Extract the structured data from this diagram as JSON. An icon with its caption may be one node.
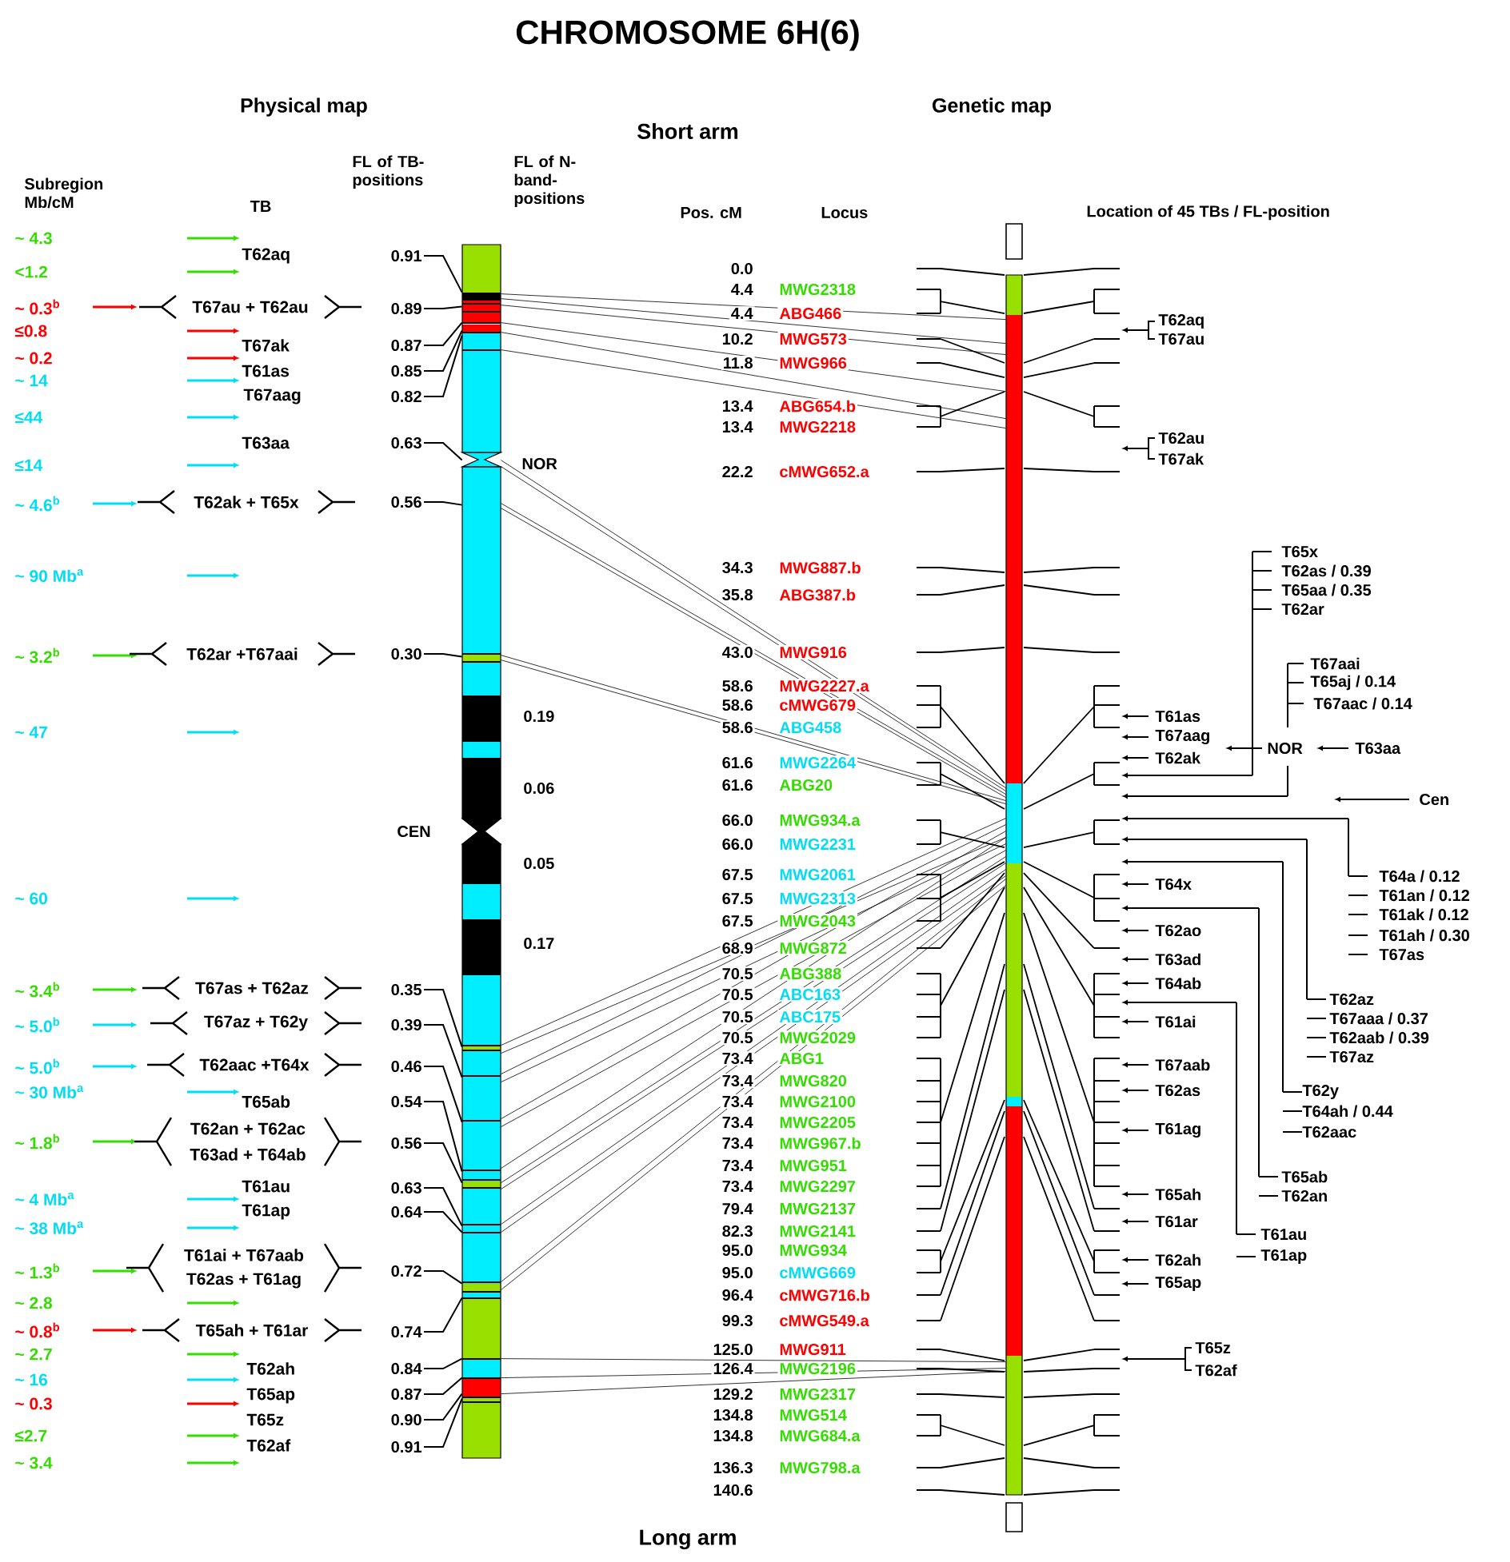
{
  "diagram": {
    "title": "CHROMOSOME 6H(6)",
    "nodes": [
      {
        "text": [
          "0.91"
        ]
      },
      {
        "text": [
          "0.89"
        ]
      },
      {
        "text": [
          "0.87"
        ]
      },
      {
        "text": [
          "0.85"
        ]
      },
      {
        "text": [
          "0.82"
        ]
      },
      {
        "text": [
          "0.63"
        ]
      },
      {
        "text": [
          "0.56"
        ]
      },
      {
        "text": [
          "0.30"
        ]
      },
      {
        "text": [
          "0.35"
        ]
      },
      {
        "text": [
          "0.39"
        ]
      },
      {
        "text": [
          "0.46"
        ]
      },
      {
        "text": [
          "0.54"
        ]
      },
      {
        "text": [
          "0.56"
        ]
      },
      {
        "text": [
          "0.63"
        ]
      },
      {
        "text": [
          "0.64"
        ]
      },
      {
        "text": [
          "0.72"
        ]
      },
      {
        "text": [
          "0.74"
        ]
      },
      {
        "text": [
          "0.84"
        ]
      },
      {
        "text": [
          "0.87"
        ]
      },
      {
        "text": [
          "0.90"
        ]
      },
      {
        "text": [
          "0.91"
        ]
      },
      {
        "text": [],
        "shape": "bar"
      },
      {
        "text": [],
        "shape": "bar"
      }
    ],
    "edges": [
      {
        "from": 0,
        "to": 21,
        "arrow": "none"
      },
      {
        "from": 1,
        "to": 21,
        "arrow": "none"
      },
      {
        "from": 2,
        "to": 21,
        "arrow": "none"
      },
      {
        "from": 3,
        "to": 21,
        "arrow": "none"
      },
      {
        "from": 4,
        "to": 21,
        "arrow": "none"
      },
      {
        "from": 5,
        "to": 21,
        "arrow": "none"
      },
      {
        "from": 6,
        "to": 21,
        "arrow": "none"
      },
      {
        "from": 7,
        "to": 21,
        "arrow": "none"
      },
      {
        "from": 8,
        "to": 21,
        "arrow": "none"
      },
      {
        "from": 9,
        "to": 21,
        "arrow": "none"
      },
      {
        "from": 10,
        "to": 21,
        "arrow": "none"
      },
      {
        "from": 11,
        "to": 21,
        "arrow": "none"
      },
      {
        "from": 12,
        "to": 21,
        "arrow": "none"
      },
      {
        "from": 13,
        "to": 21,
        "arrow": "none"
      },
      {
        "from": 14,
        "to": 21,
        "arrow": "none"
      },
      {
        "from": 15,
        "to": 21,
        "arrow": "none"
      },
      {
        "from": 16,
        "to": 21,
        "arrow": "none"
      },
      {
        "from": 17,
        "to": 21,
        "arrow": "none"
      },
      {
        "from": 18,
        "to": 21,
        "arrow": "none"
      },
      {
        "from": 19,
        "to": 21,
        "arrow": "none"
      },
      {
        "from": 20,
        "to": 21,
        "arrow": "none"
      },
      {
        "from": 21,
        "to": 22,
        "arrow": "none"
      },
      {
        "from": 21,
        "to": 22,
        "arrow": "none"
      },
      {
        "from": 21,
        "to": 22,
        "arrow": "none"
      },
      {
        "from": 21,
        "to": 22,
        "arrow": "none"
      },
      {
        "from": 21,
        "to": 22,
        "arrow": "none"
      },
      {
        "from": 21,
        "to": 22,
        "arrow": "none"
      },
      {
        "from": 21,
        "to": 22,
        "arrow": "none"
      },
      {
        "from": 21,
        "to": 22,
        "arrow": "none"
      },
      {
        "from": 21,
        "to": 22,
        "arrow": "none"
      },
      {
        "from": 21,
        "to": 22,
        "arrow": "none"
      },
      {
        "from": 21,
        "to": 22,
        "arrow": "none"
      },
      {
        "from": 21,
        "to": 22,
        "arrow": "none"
      },
      {
        "from": 21,
        "to": 22,
        "arrow": "none"
      },
      {
        "from": 21,
        "to": 22,
        "arrow": "none"
      },
      {
        "from": 21,
        "to": 22,
        "arrow": "none"
      },
      {
        "from": 21,
        "to": 22,
        "arrow": "none"
      },
      {
        "from": 21,
        "to": 22,
        "arrow": "none"
      },
      {
        "from": 21,
        "to": 22,
        "arrow": "none"
      },
      {
        "from": 21,
        "to": 22,
        "arrow": "none"
      },
      {
        "from": 21,
        "to": 22,
        "arrow": "none"
      },
      {
        "from": 21,
        "to": 22,
        "arrow": "none"
      },
      {
        "from": 21,
        "to": 22,
        "arrow": "none"
      },
      {
        "from": 21,
        "to": 22,
        "arrow": "none"
      },
      {
        "from": 21,
        "to": 22,
        "arrow": "none"
      },
      {
        "from": 21,
        "to": 22,
        "arrow": "none"
      },
      {
        "from": 21,
        "to": 22,
        "arrow": "none"
      },
      {
        "from": 21,
        "to": 22,
        "arrow": "none"
      },
      {
        "from": 21,
        "to": 22,
        "arrow": "none"
      }
    ],
    "labels": [
      "Physical map",
      "Genetic map",
      "Short arm",
      "Long arm",
      "Subregion Mb/cM",
      "TB",
      "FL of TB-positions",
      "FL of N-band-positions",
      "Pos. cM",
      "Locus",
      "Location of 45 TBs / FL-position",
      "~ 4.3",
      "<1.2",
      "~ 0.3$^{b}$",
      "≤0.8",
      "~ 0.2",
      "~ 14",
      "≤44",
      "≤14",
      "~ 4.6$^{b}$",
      "~ 90 Mb$^{a}$",
      "~ 3.2$^{b}$",
      "~ 47",
      "~ 60",
      "~ 3.4$^{b}$",
      "~ 5.0$^{b}$",
      "~ 5.0$^{b}$",
      "~ 30 Mb$^{a}$",
      "~ 1.8$^{b}$",
      "~ 4 Mb$^{a}$",
      "~ 38 Mb$^{a}$",
      "~ 1.3$^{b}$",
      "~ 2.8",
      "~ 0.8$^{b}$",
      "~ 2.7",
      "~ 16",
      "~ 0.3",
      "≤2.7",
      "~ 3.4",
      "T62aq",
      "T67au + T62au",
      "T67ak",
      "T61as",
      "T67aag",
      "T63aa",
      "T62ak + T65x",
      "T62ar +T67aai",
      "T67as + T62az",
      "T67az + T62y",
      "T62aac +T64x",
      "T65ab",
      "T62an + T62ac",
      "T63ad + T64ab",
      "T61au",
      "T61ap",
      "T61ai + T67aab",
      "T62as + T61ag",
      "T65ah + T61ar",
      "T62ah",
      "T65ap",
      "T65z",
      "T62af",
      "NOR",
      "0.19",
      "0.06",
      "CEN",
      "0.05",
      "0.17",
      "0.0",
      "4.4",
      "MWG2318",
      "4.4",
      "ABG466",
      "10.2",
      "MWG573",
      "11.8",
      "MWG966",
      "13.4",
      "ABG654.b",
      "13.4",
      "MWG2218",
      "22.2",
      "cMWG652.a",
      "34.3",
      "MWG887.b",
      "35.8",
      "ABG387.b",
      "43.0",
      "MWG916",
      "58.6",
      "MWG2227.a",
      "58.6",
      "cMWG679",
      "58.6",
      "ABG458",
      "61.6",
      "MWG2264",
      "61.6",
      "ABG20",
      "66.0",
      "MWG934.a",
      "66.0",
      "MWG2231",
      "67.5",
      "MWG2061",
      "67.5",
      "MWG2313",
      "67.5",
      "MWG2043",
      "68.9",
      "MWG872",
      "70.5",
      "ABG388",
      "70.5",
      "ABC163",
      "70.5",
      "ABC175",
      "70.5",
      "MWG2029",
      "73.4",
      "ABG1",
      "73.4",
      "MWG820",
      "73.4",
      "MWG2100",
      "73.4",
      "MWG2205",
      "73.4",
      "MWG967.b",
      "73.4",
      "MWG951",
      "73.4",
      "MWG2297",
      "79.4",
      "MWG2137",
      "82.3",
      "MWG2141",
      "95.0",
      "MWG934",
      "95.0",
      "cMWG669",
      "96.4",
      "cMWG716.b",
      "99.3",
      "cMWG549.a",
      "125.0",
      "MWG911",
      "126.4",
      "MWG2196",
      "129.2",
      "MWG2317",
      "134.8",
      "MWG514",
      "134.8",
      "MWG684.a",
      "136.3",
      "MWG798.a",
      "140.6",
      "T62aq",
      "T67au",
      "T62au",
      "T67ak",
      "T65x",
      "T62as / 0.39",
      "T65aa / 0.35",
      "T62ar",
      "T67aai",
      "T65aj / 0.14",
      "T67aac / 0.14",
      "T61as",
      "T67aag",
      "T62ak",
      "NOR",
      "T63aa",
      "Cen",
      "T64x",
      "T64a / 0.12",
      "T61an / 0.12",
      "T61ak / 0.12",
      "T62ao",
      "T61ah / 0.30",
      "T63ad",
      "T67as",
      "T64ab",
      "T62az",
      "T61ai",
      "T67aaa / 0.37",
      "T62aab / 0.39",
      "T67az",
      "T67aab",
      "T62as",
      "T62y",
      "T64ah / 0.44",
      "T61ag",
      "T62aac",
      "T65ab",
      "T65ah",
      "T62an",
      "T61ar",
      "T61au",
      "T62ah",
      "T61ap",
      "T65ap",
      "T65z",
      "T62af"
    ]
  }
}
